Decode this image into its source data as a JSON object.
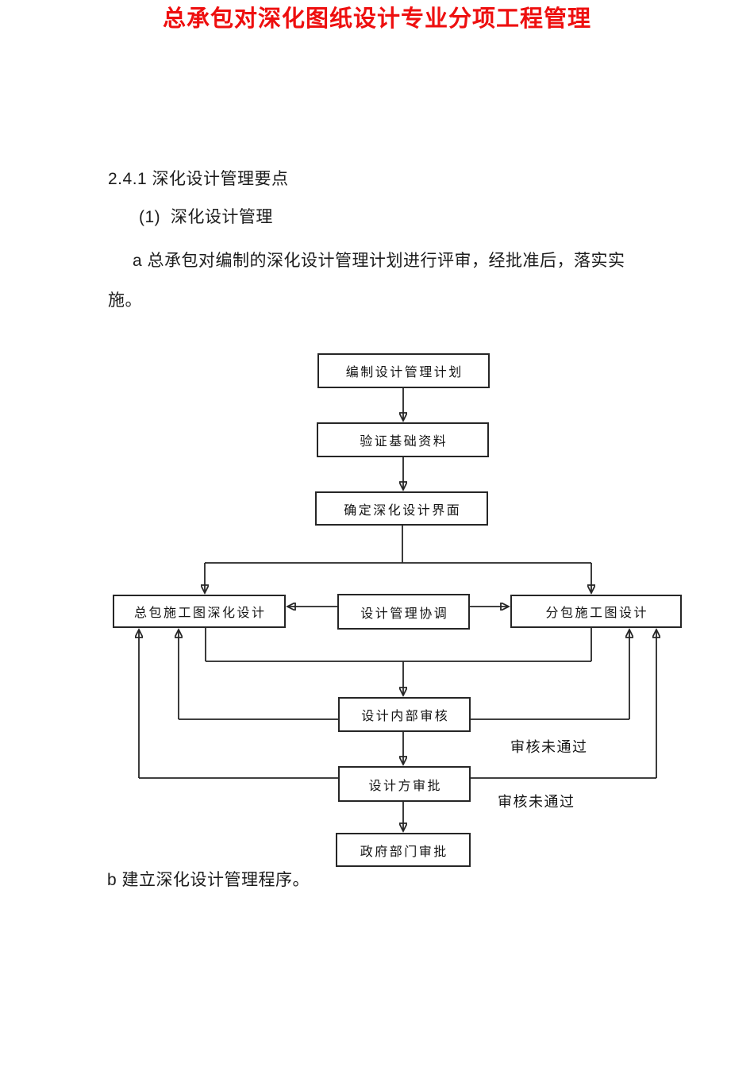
{
  "doc": {
    "title": "总承包对深化图纸设计专业分项工程管理",
    "heading": "2.4.1 深化设计管理要点",
    "item1": "(1)  深化设计管理",
    "para_a_line1": "a 总承包对编制的深化设计管理计划进行评审，经批准后，落实实",
    "para_a_line2": "施。",
    "para_b": "b 建立深化设计管理程序。",
    "title_color": "#ee0f0f"
  },
  "flowchart": {
    "nodes": {
      "prepare_plan": "编制设计管理计划",
      "verify_data": "验证基础资料",
      "define_interface": "确定深化设计界面",
      "gc_deepening": "总包施工图深化设计",
      "coordination": "设计管理协调",
      "sub_design": "分包施工图设计",
      "internal_review": "设计内部审核",
      "designer_approval": "设计方审批",
      "government_approval": "政府部门审批"
    },
    "labels": {
      "reject_internal": "审核未通过",
      "reject_designer": "审核未通过"
    },
    "edges": [
      "编制设计管理计划 -> 验证基础资料",
      "验证基础资料 -> 确定深化设计界面",
      "确定深化设计界面 -> 总包施工图深化设计",
      "确定深化设计界面 -> 分包施工图设计",
      "设计管理协调 -> 总包施工图深化设计",
      "设计管理协调 -> 分包施工图设计",
      "总包施工图深化设计 -> 设计内部审核",
      "分包施工图设计 -> 设计内部审核",
      "设计内部审核 -> 设计方审批",
      "设计方审批 -> 政府部门审批",
      "设计内部审核 -> 总包施工图深化设计 (审核未通过)",
      "设计内部审核 -> 分包施工图设计 (审核未通过)",
      "设计方审批 -> 总包施工图深化设计 (审核未通过)",
      "设计方审批 -> 分包施工图设计 (审核未通过)"
    ]
  }
}
